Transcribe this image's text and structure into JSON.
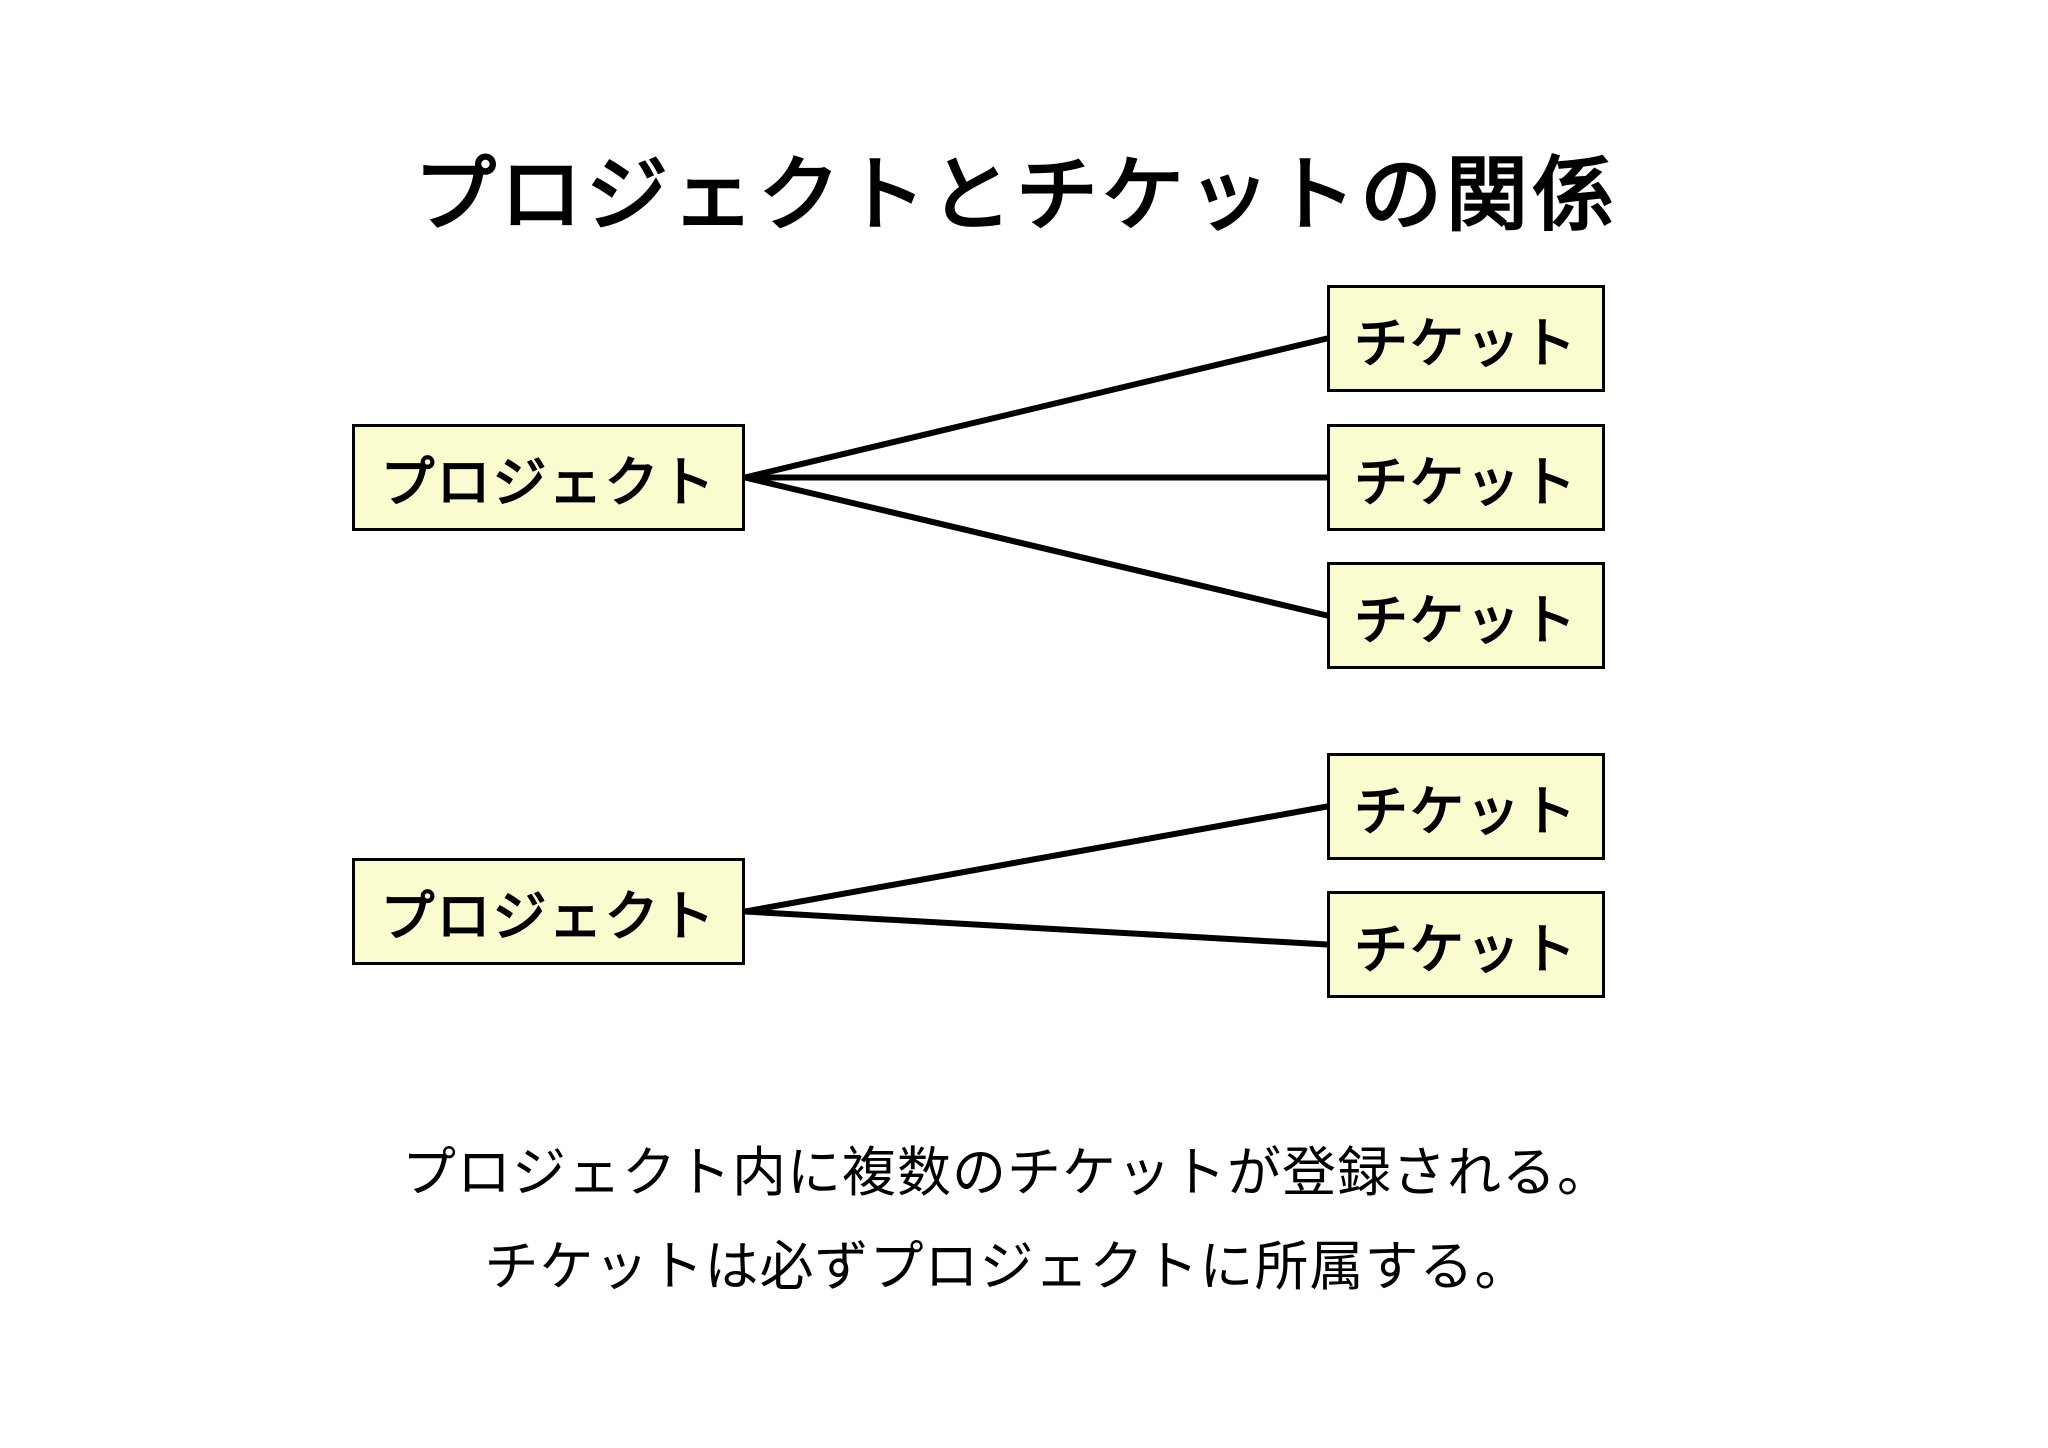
{
  "title": "プロジェクトとチケットの関係",
  "colors": {
    "background": "#ffffff",
    "node_fill": "#fbfbd0",
    "node_border": "#000000",
    "edge": "#000000",
    "text": "#000000"
  },
  "nodes": [
    {
      "id": "project-1",
      "type": "project",
      "label": "プロジェクト"
    },
    {
      "id": "ticket-1",
      "type": "ticket",
      "label": "チケット"
    },
    {
      "id": "ticket-2",
      "type": "ticket",
      "label": "チケット"
    },
    {
      "id": "ticket-3",
      "type": "ticket",
      "label": "チケット"
    },
    {
      "id": "project-2",
      "type": "project",
      "label": "プロジェクト"
    },
    {
      "id": "ticket-4",
      "type": "ticket",
      "label": "チケット"
    },
    {
      "id": "ticket-5",
      "type": "ticket",
      "label": "チケット"
    }
  ],
  "edges": [
    {
      "from": "project-1",
      "to": "ticket-1"
    },
    {
      "from": "project-1",
      "to": "ticket-2"
    },
    {
      "from": "project-1",
      "to": "ticket-3"
    },
    {
      "from": "project-2",
      "to": "ticket-4"
    },
    {
      "from": "project-2",
      "to": "ticket-5"
    }
  ],
  "edge_stroke_width": 6,
  "caption": {
    "line1": "プロジェクト内に複数のチケットが登録される。",
    "line2": "チケットは必ずプロジェクトに所属する。"
  }
}
